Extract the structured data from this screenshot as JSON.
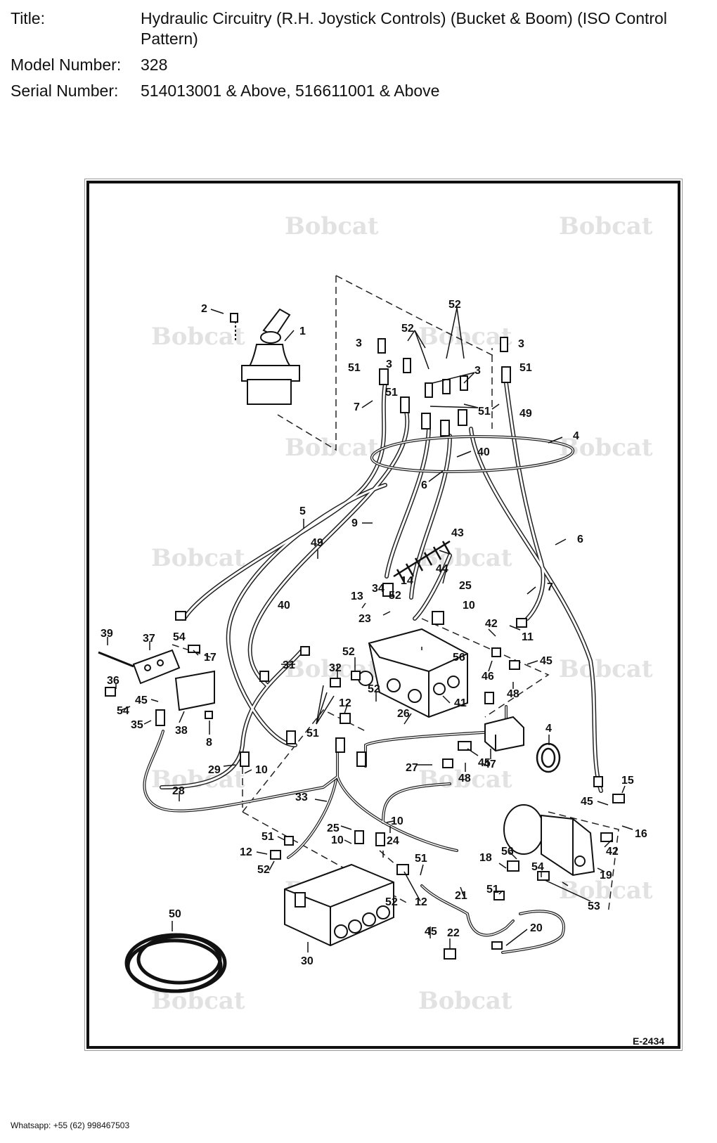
{
  "meta": {
    "title_label": "Title:",
    "title_value": "Hydraulic Circuitry (R.H. Joystick Controls) (Bucket & Boom) (ISO Control Pattern)",
    "model_label": "Model Number:",
    "model_value": "328",
    "serial_label": "Serial Number:",
    "serial_value": "514013001 & Above, 516611001 & Above"
  },
  "diagram": {
    "drawing_id": "E-2434",
    "watermark": "Bobcat",
    "callouts": [
      "1",
      "2",
      "3",
      "3",
      "3",
      "3",
      "4",
      "4",
      "5",
      "6",
      "6",
      "7",
      "7",
      "8",
      "9",
      "10",
      "10",
      "10",
      "10",
      "11",
      "12",
      "12",
      "12",
      "13",
      "14",
      "15",
      "16",
      "17",
      "18",
      "19",
      "20",
      "21",
      "22",
      "23",
      "24",
      "25",
      "25",
      "26",
      "27",
      "28",
      "29",
      "30",
      "31",
      "32",
      "33",
      "34",
      "35",
      "36",
      "37",
      "38",
      "39",
      "40",
      "40",
      "41",
      "42",
      "42",
      "43",
      "44",
      "45",
      "45",
      "45",
      "45",
      "45",
      "46",
      "47",
      "48",
      "48",
      "49",
      "49",
      "50",
      "51",
      "51",
      "51",
      "51",
      "51",
      "51",
      "51",
      "51",
      "52",
      "52",
      "52",
      "52",
      "52",
      "52",
      "52",
      "53",
      "54",
      "54",
      "54",
      "56",
      "56"
    ]
  },
  "footer": {
    "contact": "Whatsapp: +55 (62) 998467503"
  }
}
